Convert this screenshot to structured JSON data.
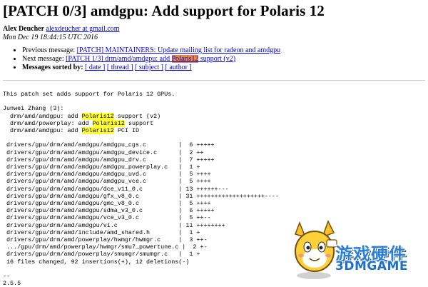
{
  "title": "[PATCH 0/3] amdgpu: Add support for Polaris 12",
  "author": {
    "name": "Alex Deucher",
    "email": "alexdeucher at gmail.com",
    "date": "Mon Dec 19 18:44:15 UTC 2016"
  },
  "nav": {
    "previous_label": "Previous message:",
    "previous_link": "[PATCH] MAINTAINERS: Update mailing list for radeon and amdgpu",
    "next_label": "Next message:",
    "next_link_prefix": "[PATCH 1/3] drm/amd/amdgpu: add ",
    "next_link_highlight": "Polaris12",
    "next_link_suffix": " support (v2)",
    "sorted_label": "Messages sorted by:",
    "sort_links": [
      "[ date ]",
      "[ thread ]",
      "[ subject ]",
      "[ author ]"
    ]
  },
  "body": {
    "intro": "This patch set adds support for Polaris 12 GPUs.",
    "author_line": "Junwei Zhang (3):",
    "commits": [
      {
        "prefix": "  drm/amd/amdgpu: add ",
        "highlight": "Polaris12",
        "suffix": " support (v2)"
      },
      {
        "prefix": "  drm/amd/powerplay: add ",
        "highlight": "Polaris12",
        "suffix": " support"
      },
      {
        "prefix": "  drm/amd/amdgpu: add ",
        "highlight": "Polaris12",
        "suffix": " PCI ID"
      }
    ],
    "diffstat": [
      " drivers/gpu/drm/amd/amdgpu/amdgpu_cgs.c         |  6 +++++",
      " drivers/gpu/drm/amd/amdgpu/amdgpu_device.c      |  2 ++",
      " drivers/gpu/drm/amd/amdgpu/amdgpu_drv.c         |  7 +++++",
      " drivers/gpu/drm/amd/amdgpu/amdgpu_powerplay.c   |  1 +",
      " drivers/gpu/drm/amd/amdgpu/amdgpu_uvd.c         |  5 ++++",
      " drivers/gpu/drm/amd/amdgpu/amdgpu_vce.c         |  5 ++++",
      " drivers/gpu/drm/amd/amdgpu/dce_v11_0.c          | 13 ++++++---",
      " drivers/gpu/drm/amd/amdgpu/gfx_v8_0.c           | 31 +++++++++++++++++++----",
      " drivers/gpu/drm/amd/amdgpu/gmc_v8_0.c           |  5 ++++",
      " drivers/gpu/drm/amd/amdgpu/sdma_v3_0.c          |  6 +++++",
      " drivers/gpu/drm/amd/amdgpu/vce_v3_0.c           |  5 ++--",
      " drivers/gpu/drm/amd/amdgpu/vi.c                 | 11 ++++++++",
      " drivers/gpu/drm/amd/include/amd_shared.h        |  1 +",
      " drivers/gpu/drm/amd/powerplay/hwmgr/hwmgr.c     |  3 ++-",
      " .../gpu/drm/amd/powerplay/hwmgr/smu7_powertune.c |  2 +-",
      " drivers/gpu/drm/amd/powerplay/smumgr/smumgr.c   |  1 +"
    ],
    "summary": " 16 files changed, 92 insertions(+), 12 deletions(-)",
    "sig_sep": "--",
    "version": "2.5.5"
  },
  "watermark": {
    "line1": "游戏硬件",
    "line2": "3DMGAME"
  },
  "colors": {
    "link": "#0000ee",
    "highlight": "#ffff33",
    "highlight_selected": "#f0883a",
    "watermark_blue": "#2b7fd8"
  }
}
